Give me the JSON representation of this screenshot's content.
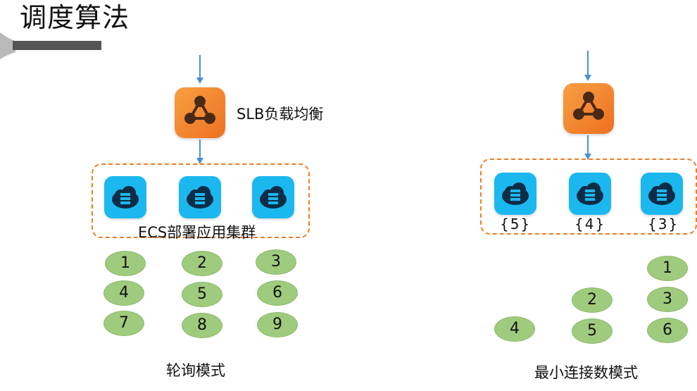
{
  "title": "调度算法",
  "slb_label": "SLB负载均衡",
  "cluster_label": "ECS部署应用集群",
  "round_robin": {
    "caption": "轮询模式",
    "requests": [
      "1",
      "2",
      "3",
      "4",
      "5",
      "6",
      "7",
      "8",
      "9"
    ]
  },
  "least_conn": {
    "caption": "最小连接数模式",
    "connections": [
      "{5}",
      "{4}",
      "{3}"
    ],
    "requests": [
      "1",
      "2",
      "3",
      "4",
      "5",
      "6"
    ]
  },
  "icons": {
    "slb": "load-balancer-icon",
    "server": "cloud-server-icon"
  },
  "colors": {
    "slb_orange": "#f0782a",
    "server_blue": "#1bb8f0",
    "dashed_border": "#ef7d22",
    "request_green": "#9fcb7e",
    "arrow_blue": "#4a90d0"
  }
}
